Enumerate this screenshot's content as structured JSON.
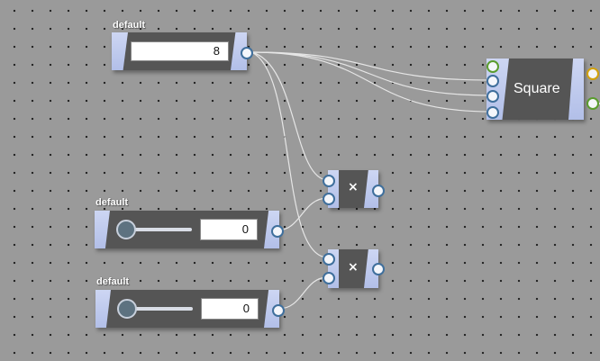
{
  "canvas": {
    "background": "#9a9a9a",
    "dot_color": "#1e1e1e"
  },
  "number_node": {
    "label": "default",
    "value": "8"
  },
  "square_node": {
    "title": "Square"
  },
  "multiply_nodes": [
    {
      "symbol": "×"
    },
    {
      "symbol": "×"
    }
  ],
  "slider_nodes": [
    {
      "label": "default",
      "value": "0",
      "slider_fraction": 0
    },
    {
      "label": "default",
      "value": "0",
      "slider_fraction": 0
    }
  ],
  "colors": {
    "node_body": "#555555",
    "node_cap": "#b2bfe8",
    "port_blue": "#3f6f9c",
    "port_green": "#5a9c2e",
    "port_yellow": "#d2a10c",
    "wire": "#e6e6e6"
  },
  "icons": {
    "port": "circle-port-icon",
    "multiply": "multiply-icon"
  }
}
